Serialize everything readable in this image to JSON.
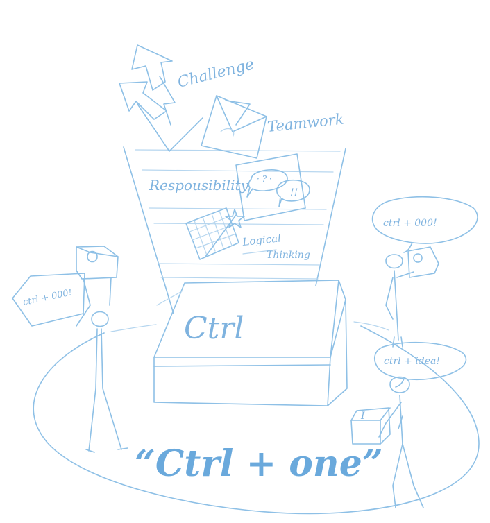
{
  "scene": {
    "stroke_color": "#8ec0e6",
    "text_color": "#7fb3df",
    "labels": {
      "challenge": "Challenge",
      "teamwork": "Teamwork",
      "responsibility": "Respousibility",
      "logical": "Logical",
      "thinking": "Thinking",
      "key": "Ctrl",
      "slogan": "“Ctrl + one”",
      "bubble_left": "ctrl + 000!",
      "bubble_right_top": "ctrl + 000!",
      "bubble_right_bottom": "ctrl + idea!",
      "box_mark": "I"
    },
    "icons": {
      "arrows": "upward-arrows-icon",
      "envelope": "envelope-icon",
      "chat": "chat-bubbles-icon",
      "chart": "rising-chart-icon",
      "star": "star-icon"
    }
  }
}
